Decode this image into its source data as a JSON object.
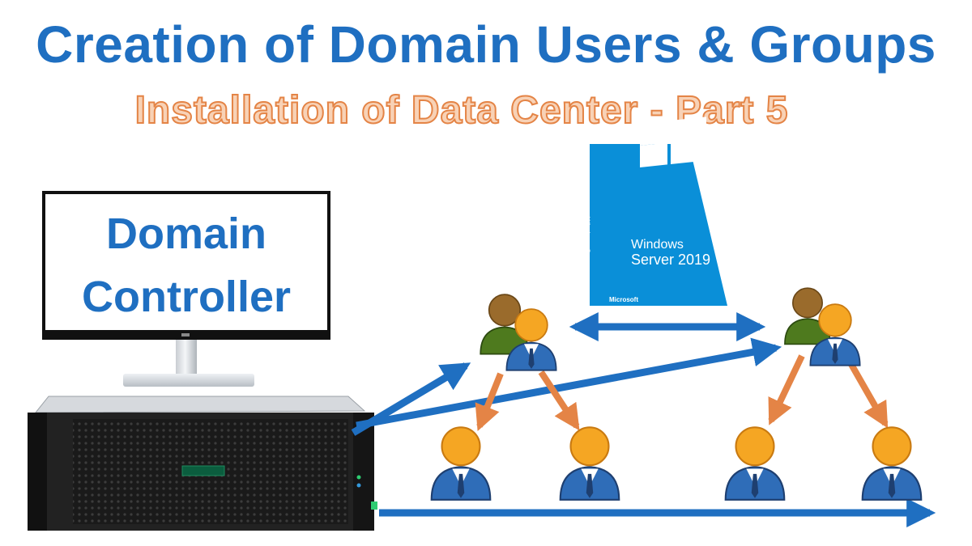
{
  "title": "Creation of Domain Users & Groups",
  "subtitle": "Installation of Data Center - Part 5",
  "monitor": {
    "line1": "Domain",
    "line2": "Controller"
  },
  "windows_server": {
    "vertical_text": "Windows Server",
    "name_line1": "Windows",
    "name_line2": "Server 2019",
    "publisher": "Microsoft"
  },
  "colors": {
    "title": "#1f6fc1",
    "subtitle_fill": "#f8d2b6",
    "subtitle_stroke": "#e48446",
    "blue_arrow": "#1f6fc1",
    "orange_arrow": "#e48446",
    "windows_box": "#0a8fd8",
    "user_head": "#f5a623",
    "user_body": "#2f6db8",
    "group_back_body": "#4e7a1e",
    "group_back_head": "#9a6b2c"
  },
  "icons": [
    "windows-logo-icon",
    "server-icon",
    "monitor-icon",
    "user-group-icon",
    "user-icon"
  ]
}
